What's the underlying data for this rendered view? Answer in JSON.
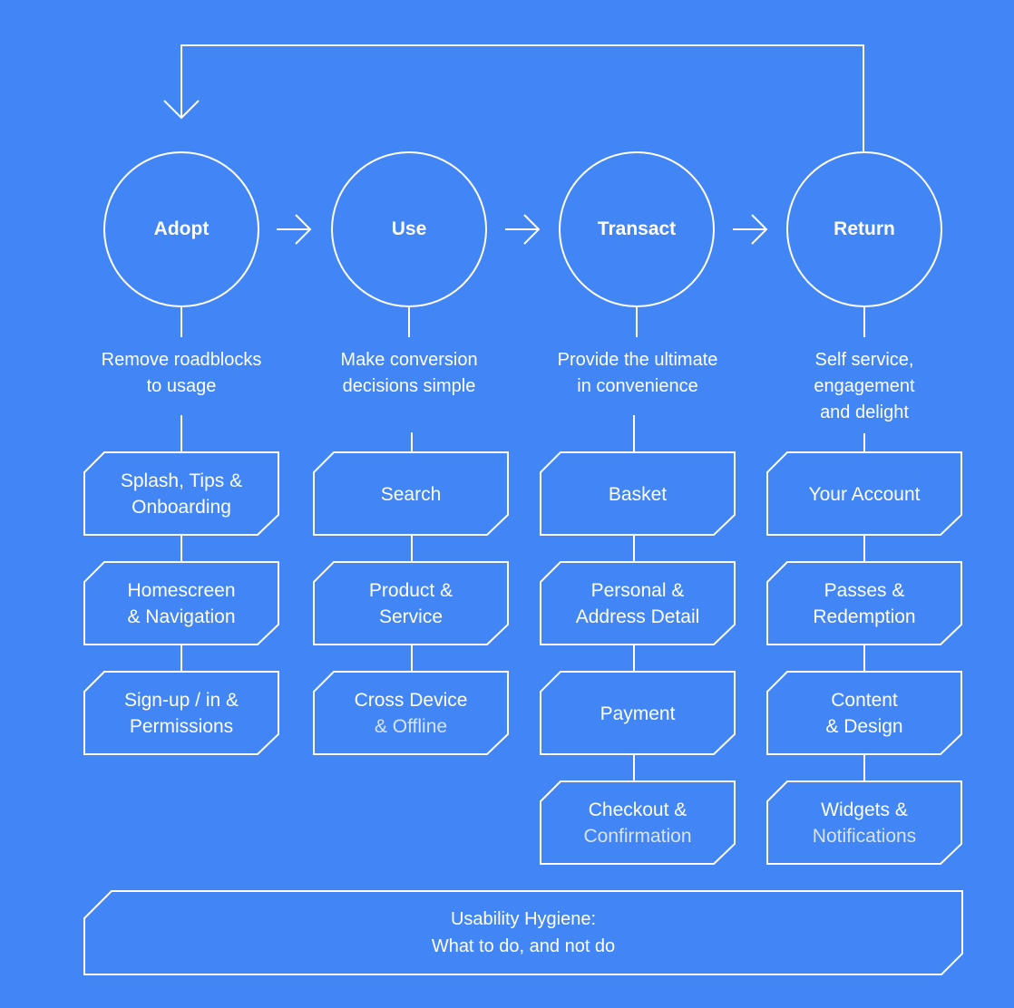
{
  "stages": [
    {
      "name": "Adopt",
      "description": [
        "Remove roadblocks",
        "to usage"
      ],
      "items": [
        {
          "line1": "Splash, Tips &",
          "line2": "Onboarding"
        },
        {
          "line1": "Homescreen",
          "line2": "& Navigation"
        },
        {
          "line1": "Sign-up / in &",
          "line2": "Permissions"
        }
      ]
    },
    {
      "name": "Use",
      "description": [
        "Make conversion",
        "decisions simple"
      ],
      "items": [
        {
          "line1": "Search",
          "line2": ""
        },
        {
          "line1": "Product &",
          "line2": "Service"
        },
        {
          "line1": "Cross Device",
          "line2": "& Offline"
        }
      ]
    },
    {
      "name": "Transact",
      "description": [
        "Provide the ultimate",
        "in convenience"
      ],
      "items": [
        {
          "line1": "Basket",
          "line2": ""
        },
        {
          "line1": "Personal &",
          "line2": "Address Detail"
        },
        {
          "line1": "Payment",
          "line2": ""
        },
        {
          "line1": "Checkout &",
          "line2": "Confirmation"
        }
      ]
    },
    {
      "name": "Return",
      "description": [
        "Self service,",
        "engagement",
        "and delight"
      ],
      "items": [
        {
          "line1": "Your Account",
          "line2": ""
        },
        {
          "line1": "Passes &",
          "line2": "Redemption"
        },
        {
          "line1": "Content",
          "line2": "& Design"
        },
        {
          "line1": "Widgets &",
          "line2": "Notifications"
        }
      ]
    }
  ],
  "hygiene": {
    "line1": "Usability Hygiene:",
    "line2": "What to do, and not do"
  },
  "colors": {
    "background": "#4285f4",
    "stroke": "#ffffff",
    "faded_text": "#d6e4fd"
  }
}
